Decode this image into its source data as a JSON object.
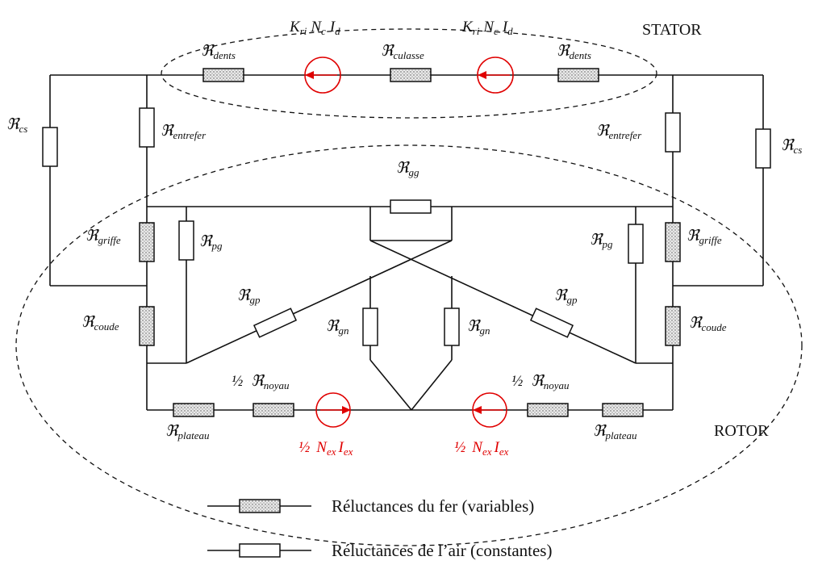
{
  "regions": {
    "stator": "STATOR",
    "rotor": "ROTOR"
  },
  "symbol": "ℜ",
  "reluctances": {
    "dents": "dents",
    "culasse": "culasse",
    "entrefer": "entrefer",
    "cs": "cs",
    "gg": "gg",
    "griffe": "griffe",
    "pg": "pg",
    "coude": "coude",
    "gp": "gp",
    "gn": "gn",
    "noyau": "noyau",
    "plateau": "plateau",
    "half": "½"
  },
  "sources": {
    "stator_K": "K",
    "stator_K_sub": "ri",
    "stator_N": "N",
    "stator_N_sub": "c",
    "stator_I": "I",
    "stator_I_sub": "d",
    "rotor_half": "½",
    "rotor_N": "N",
    "rotor_N_sub": "ex",
    "rotor_I": "I",
    "rotor_I_sub": "ex"
  },
  "legend": {
    "iron": "Réluctances du fer (variables)",
    "air": "Réluctances de l’air (constantes)"
  },
  "colors": {
    "source": "#e00000",
    "wire": "#111111"
  }
}
